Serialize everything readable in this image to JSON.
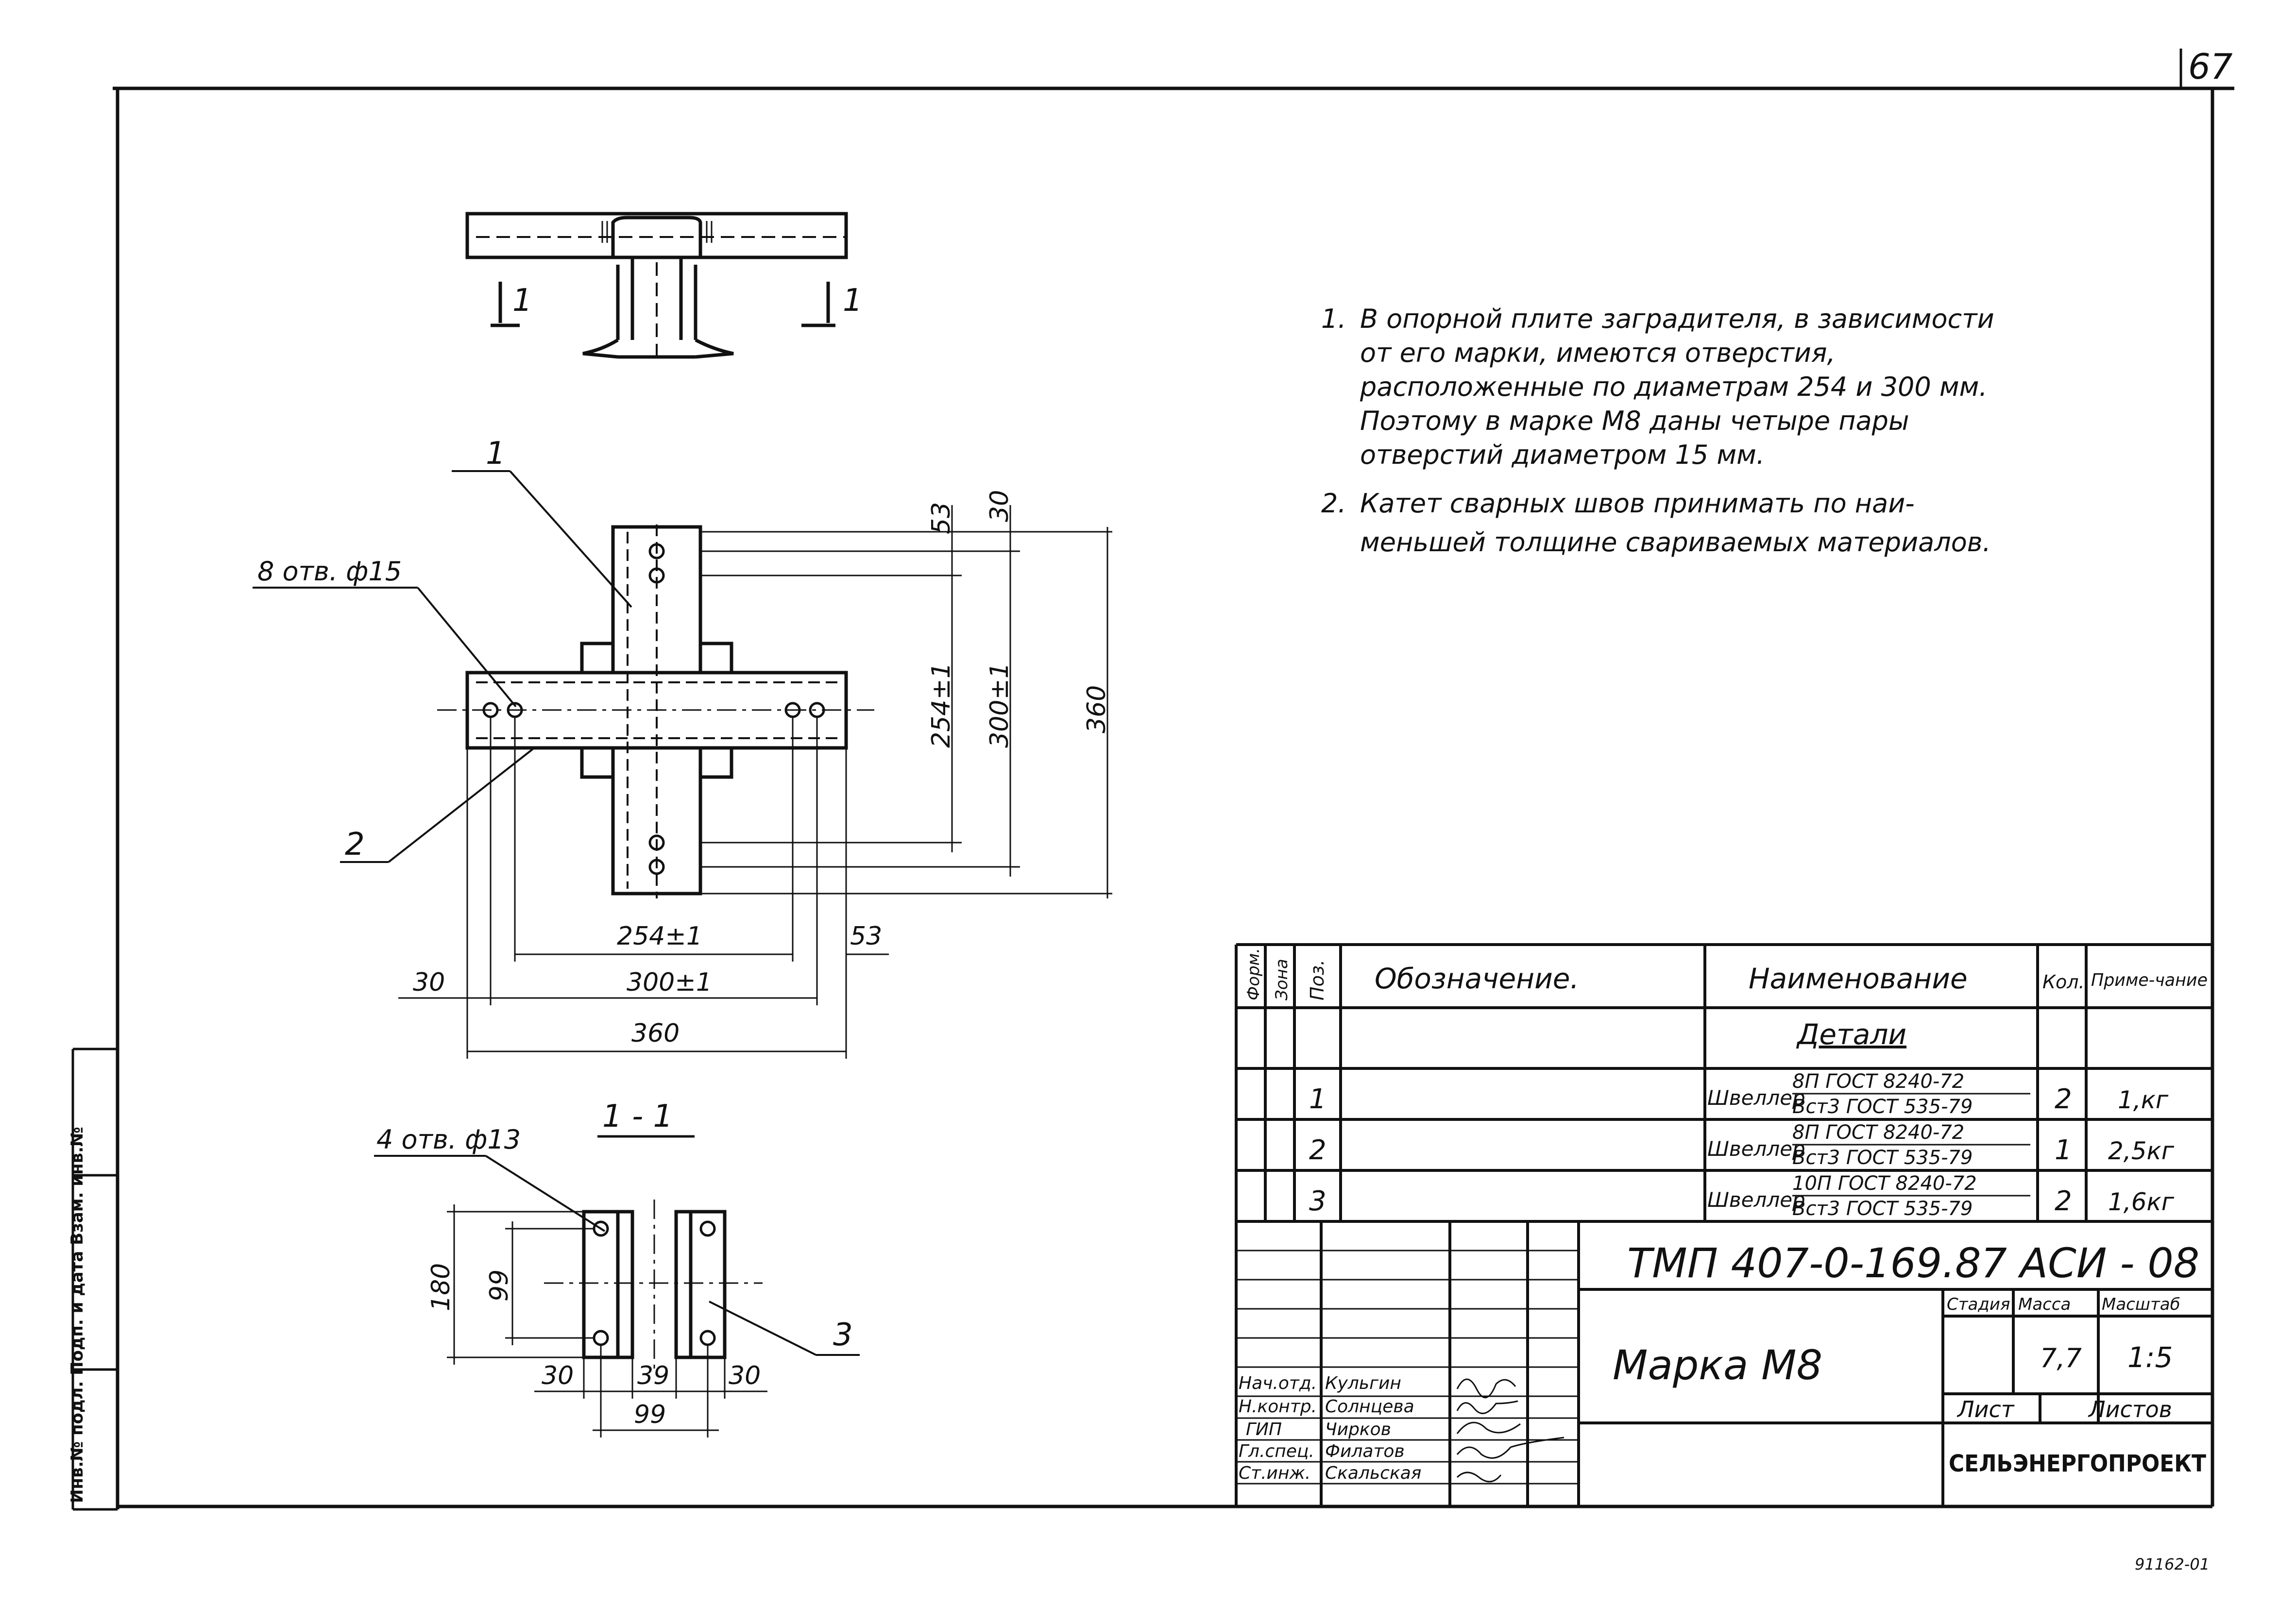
{
  "sheet": {
    "page_number": "67",
    "footer_code": "91162-01"
  },
  "notes": {
    "n1": {
      "num": "1.",
      "l1": "В опорной плите заградителя, в зависимости",
      "l2": "от его марки, имеются отверстия,",
      "l3": "расположенные по диаметрам 254 и 300 мм.",
      "l4": "Поэтому в марке М8 даны четыре пары",
      "l5": "отверстий диаметром 15 мм."
    },
    "n2": {
      "num": "2.",
      "l1": "Катет сварных швов принимать по наи-",
      "l2": "меньшей толщине свариваемых материалов."
    }
  },
  "plan": {
    "holes_label": "8 отв. ф15",
    "pos1": "1",
    "pos2": "2",
    "dim_53_top": "53",
    "dim_30_top": "30",
    "dim_254_v": "254±1",
    "dim_300_v": "300±1",
    "dim_360_v": "360",
    "dim_254_h": "254±1",
    "dim_53_h": "53",
    "dim_30_h": "30",
    "dim_300_h": "300±1",
    "dim_360_h": "360"
  },
  "elevation": {
    "section_mark_left": "1",
    "section_mark_right": "1"
  },
  "section": {
    "title": "1 - 1",
    "holes_label": "4 отв. ф13",
    "pos3": "3",
    "dim_180": "180",
    "dim_99_v": "99",
    "dim_30_l": "30",
    "dim_39": "39",
    "dim_30_r": "30",
    "dim_99_h": "99"
  },
  "spec": {
    "headers": {
      "format": "Форм.",
      "zone": "Зона",
      "pos": "Поз.",
      "designation": "Обозначение.",
      "name": "Наименование",
      "qty": "Кол.",
      "note": "Приме-чание"
    },
    "section_title": "Детали",
    "rows": [
      {
        "pos": "1",
        "name": "Швеллер",
        "spec_top": "8П ГОСТ 8240-72",
        "spec_bottom": "Вст3 ГОСТ 535-79",
        "qty": "2",
        "note": "1,кг"
      },
      {
        "pos": "2",
        "name": "Швеллер",
        "spec_top": "8П ГОСТ 8240-72",
        "spec_bottom": "Вст3 ГОСТ 535-79",
        "qty": "1",
        "note": "2,5кг"
      },
      {
        "pos": "3",
        "name": "Швеллер",
        "spec_top": "10П ГОСТ 8240-72",
        "spec_bottom": "Вст3 ГОСТ 535-79",
        "qty": "2",
        "note": "1,6кг"
      }
    ]
  },
  "title_block": {
    "doc_code": "ТМП 407-0-169.87 АСИ - 08",
    "title": "Марка М8",
    "stage_label": "Стадия",
    "mass_label": "Масса",
    "scale_label": "Масштаб",
    "mass": "7,7",
    "scale": "1:5",
    "sheet_label": "Лист",
    "sheets_label": "Листов",
    "org": "СЕЛЬЭНЕРГОПРОЕКТ",
    "roles": [
      {
        "role": "Нач.отд.",
        "name": "Кульгин"
      },
      {
        "role": "Н.контр.",
        "name": "Солнцева"
      },
      {
        "role": "ГИП",
        "name": "Чирков"
      },
      {
        "role": "Гл.спец.",
        "name": "Филатов"
      },
      {
        "role": "Ст.инж.",
        "name": "Скальская"
      }
    ]
  },
  "margin": {
    "binder_text": "Инв.№ подл. Подп. и дата Взам. инв.№"
  }
}
